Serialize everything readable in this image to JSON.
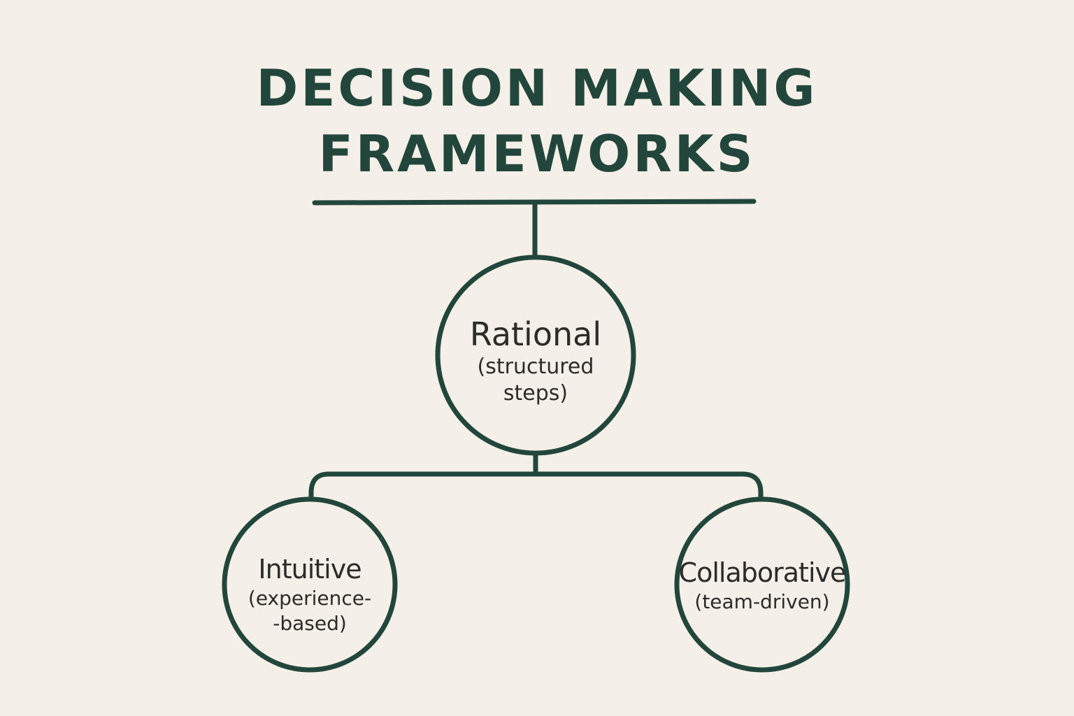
{
  "title": {
    "line1": "DECISION MAKING",
    "line2": "FRAMEWORKS"
  },
  "nodes": {
    "rational": {
      "name": "Rational",
      "desc": "(structured\nsteps)"
    },
    "intuitive": {
      "name": "Intuitive",
      "desc": "(experience-\n-based)"
    },
    "collaborative": {
      "name": "Collaborative",
      "desc": "(team-driven)"
    }
  },
  "colors": {
    "ink": "#23463c",
    "text": "#2b2b2b",
    "paper": "#f4f0e7"
  }
}
